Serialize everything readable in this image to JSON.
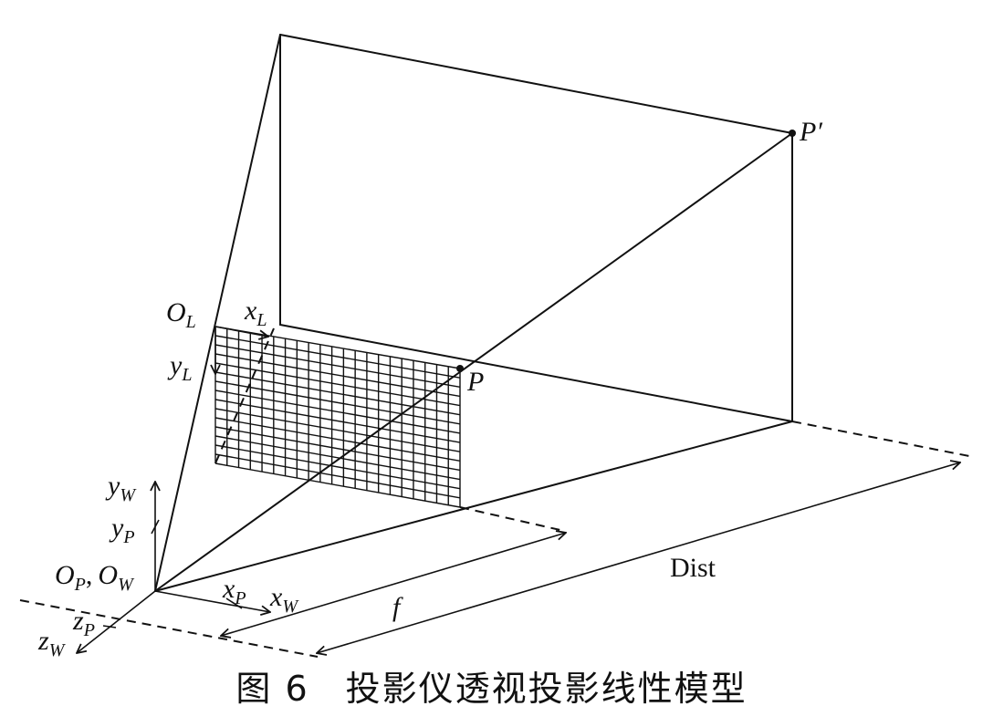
{
  "labels": {
    "o_l": "O",
    "o_l_sub": "L",
    "x_l": "x",
    "x_l_sub": "L",
    "y_l": "y",
    "y_l_sub": "L",
    "p": "P",
    "p_prime": "P′",
    "y_w": "y",
    "y_w_sub": "W",
    "y_p": "y",
    "y_p_sub": "P",
    "o_p": "O",
    "o_p_sub": "P",
    "o_w": "O",
    "o_w_sub": "W",
    "comma": ",",
    "x_p": "x",
    "x_p_sub": "P",
    "x_w": "x",
    "x_w_sub": "W",
    "z_p": "z",
    "z_p_sub": "P",
    "z_w": "z",
    "z_w_sub": "W",
    "f": "f",
    "dist": "Dist"
  },
  "caption": "图 6　投影仪透视投影线性模型"
}
